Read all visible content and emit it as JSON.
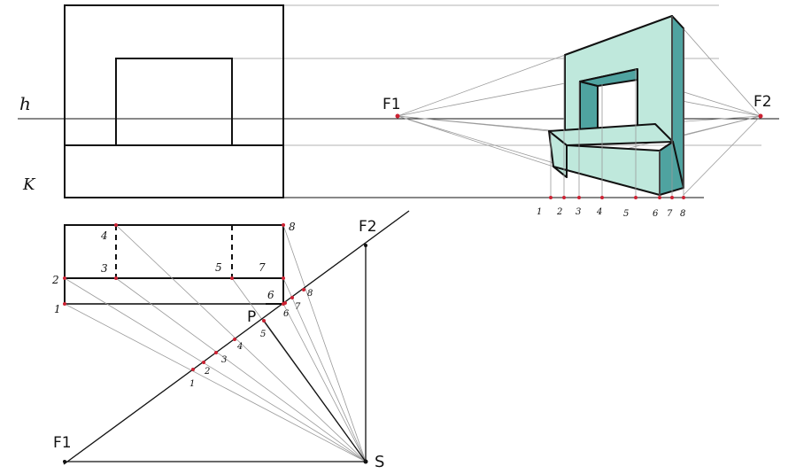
{
  "labels": {
    "horizon": "h",
    "ground": "K",
    "f1_main": "F1",
    "f2_main": "F2",
    "f1_plan": "F1",
    "f2_plan": "F2",
    "station": "S",
    "picture_point": "P"
  },
  "plan_point_labels": [
    "1",
    "2",
    "3",
    "4",
    "5",
    "6",
    "7",
    "8"
  ],
  "picture_line_labels": [
    "1",
    "2",
    "3",
    "4",
    "5",
    "6",
    "7",
    "8"
  ],
  "baseline_labels": [
    "1",
    "2",
    "3",
    "4",
    "5",
    "6",
    "7",
    "8"
  ],
  "colors": {
    "ink": "#111111",
    "construction": "#9a9a9a",
    "marker": "#cc2233",
    "face_light": "#bfe8dc",
    "face_dark": "#4fa3a0"
  }
}
